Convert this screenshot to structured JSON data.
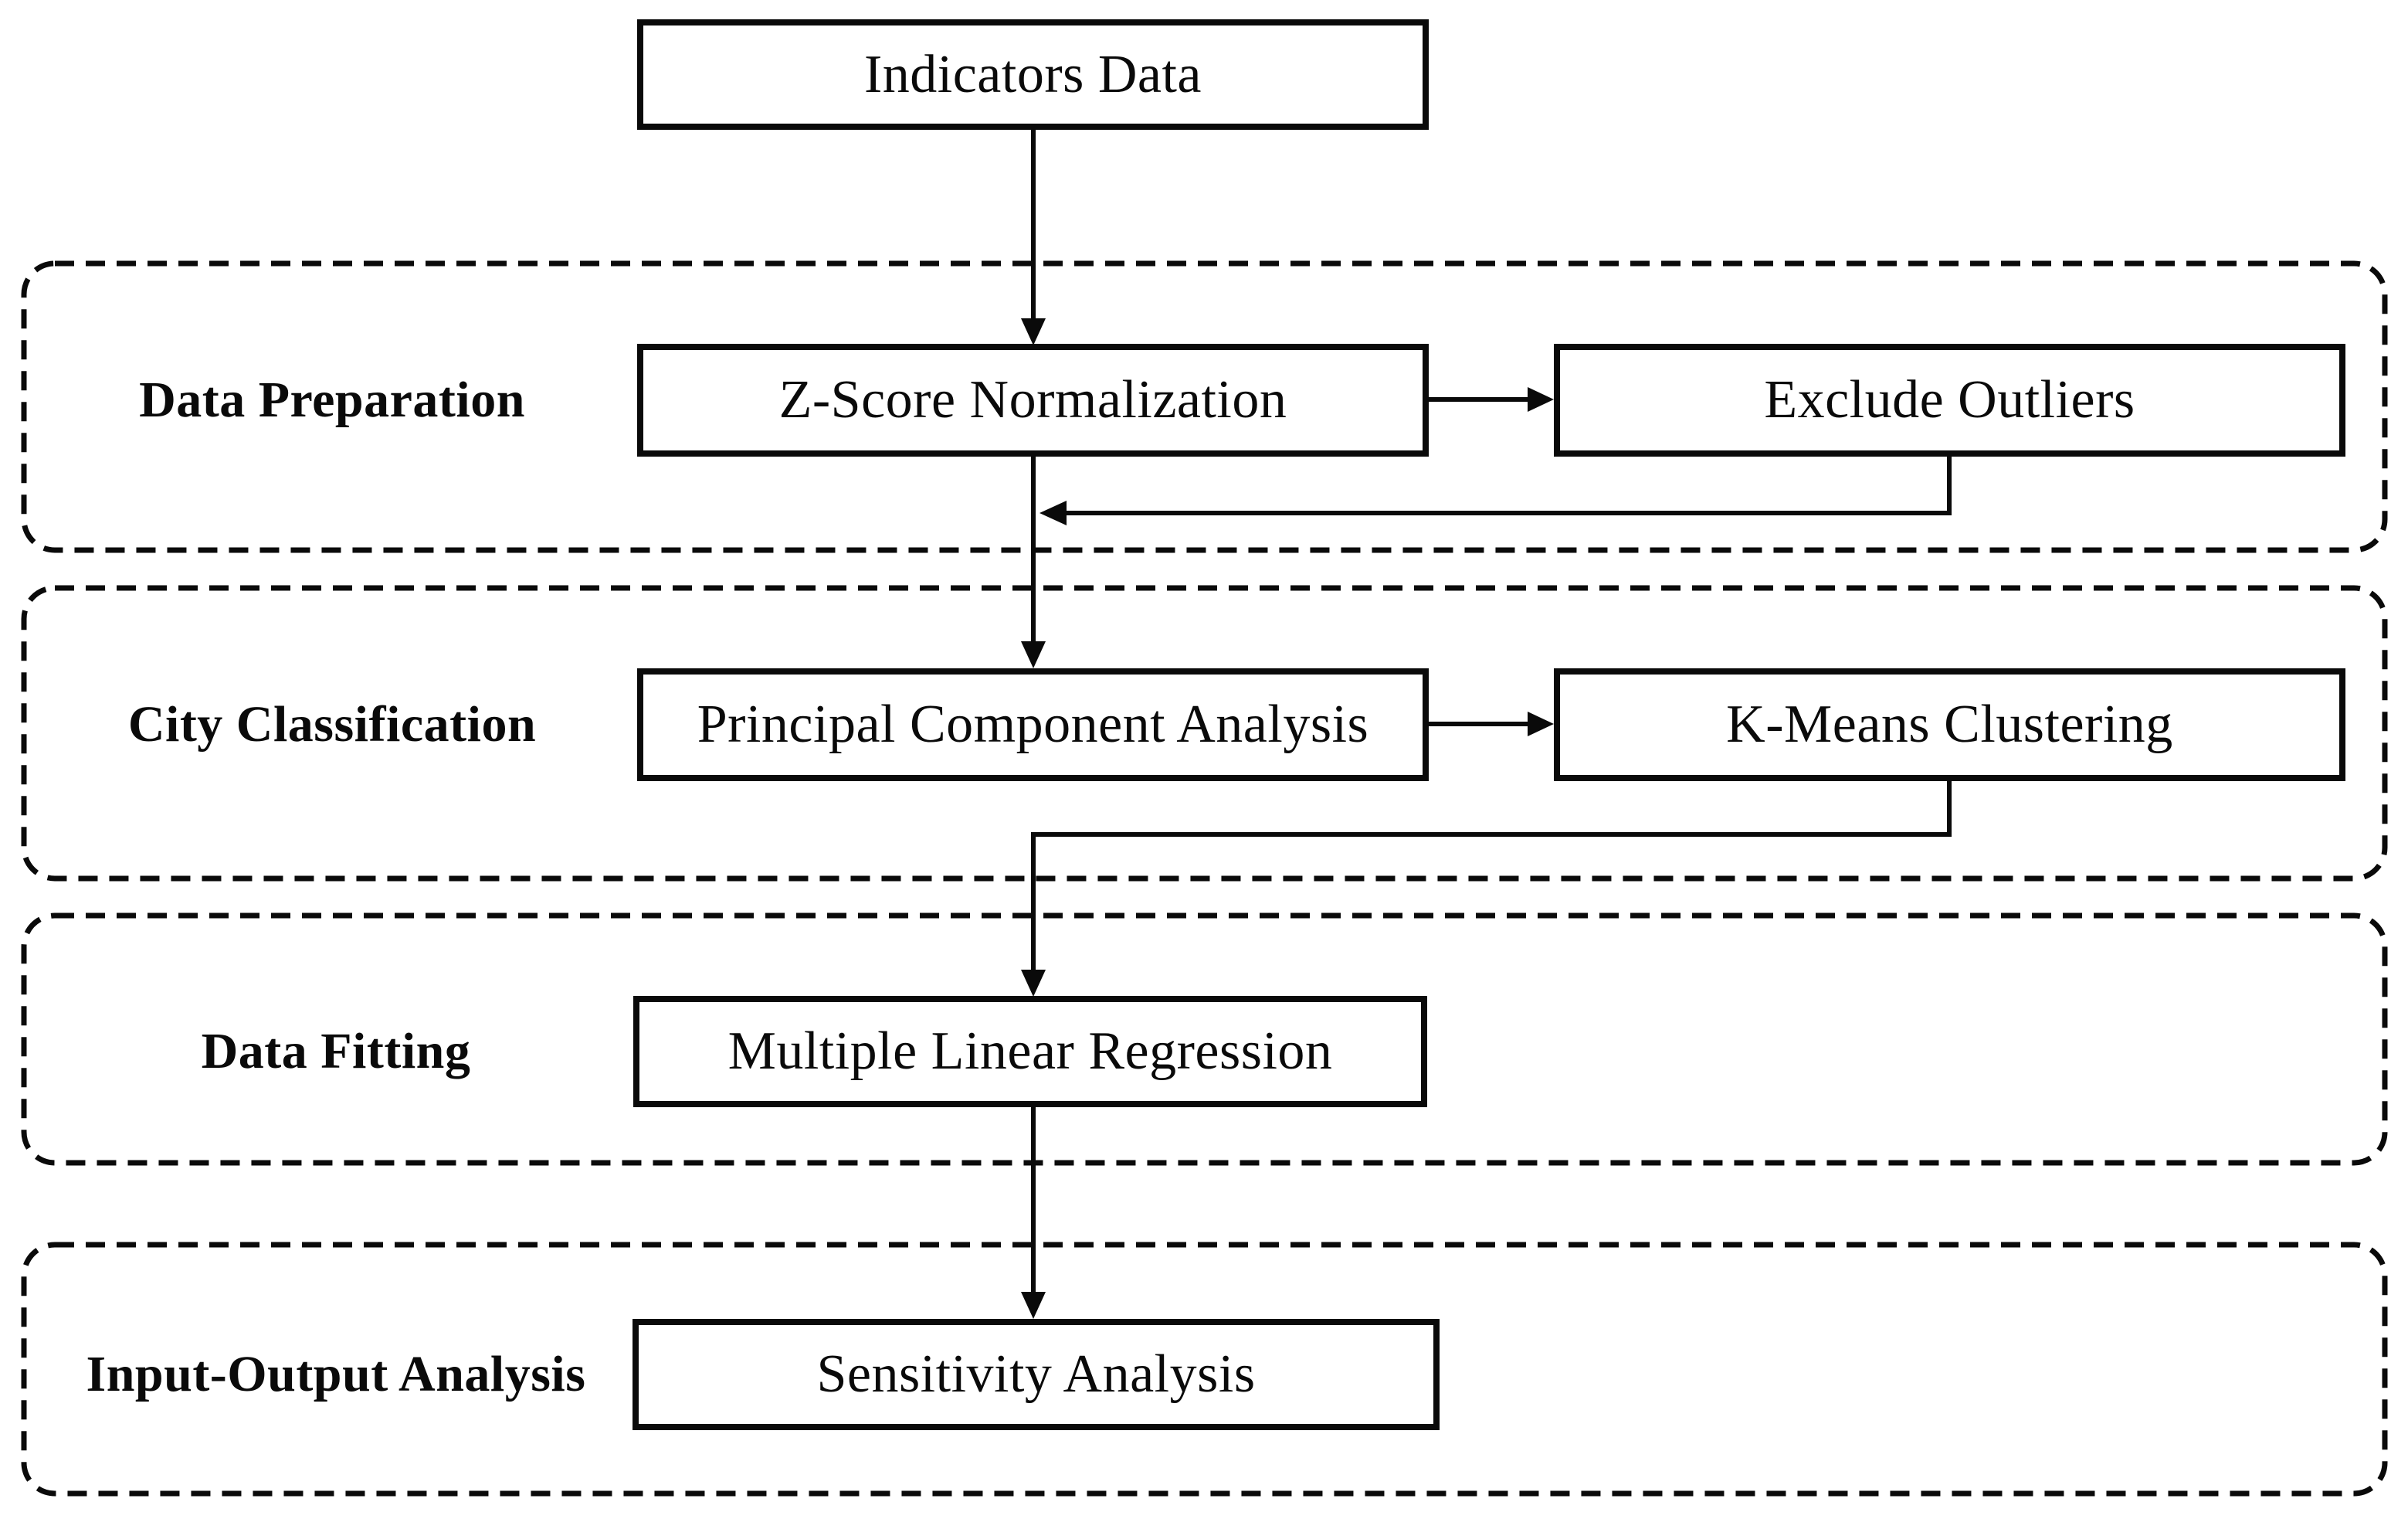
{
  "diagram": {
    "top_box": "Indicators Data",
    "sections": [
      {
        "label": "Data Preparation",
        "boxes": [
          "Z-Score Normalization",
          "Exclude Outliers"
        ]
      },
      {
        "label": "City Classification",
        "boxes": [
          "Principal Component Analysis",
          "K-Means Clustering"
        ]
      },
      {
        "label": "Data Fitting",
        "boxes": [
          "Multiple Linear Regression"
        ]
      },
      {
        "label": "Input-Output Analysis",
        "boxes": [
          "Sensitivity Analysis"
        ]
      }
    ],
    "colors": {
      "ink": "#0a0a0a",
      "background": "#ffffff"
    }
  }
}
